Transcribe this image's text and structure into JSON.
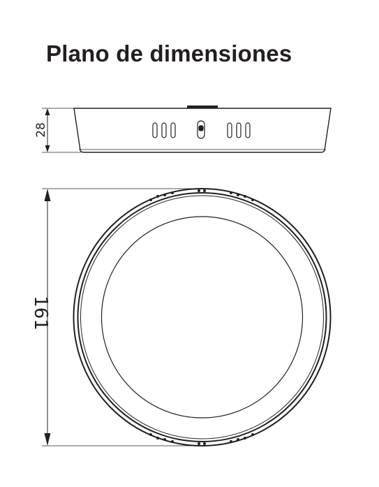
{
  "title": "Plano de dimensiones",
  "dimensions": {
    "height": "28",
    "diameter": "161"
  },
  "colors": {
    "line": "#231f20",
    "background": "#ffffff"
  }
}
